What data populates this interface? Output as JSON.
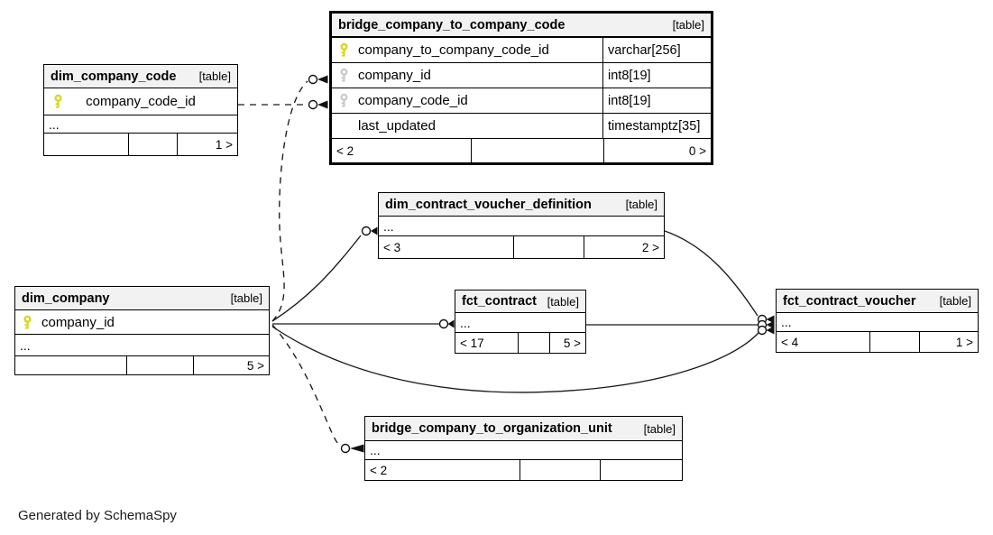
{
  "footer_note": "Generated by SchemaSpy",
  "tables": {
    "bridge_company_to_company_code": {
      "name": "bridge_company_to_company_code",
      "tag": "[table]",
      "columns": [
        {
          "name": "company_to_company_code_id",
          "type": "varchar[256]",
          "key": "primary"
        },
        {
          "name": "company_id",
          "type": "int8[19]",
          "key": "foreign"
        },
        {
          "name": "company_code_id",
          "type": "int8[19]",
          "key": "foreign"
        },
        {
          "name": "last_updated",
          "type": "timestamptz[35]",
          "key": "none"
        }
      ],
      "footer": {
        "left": "< 2",
        "middle": "",
        "right": "0 >"
      }
    },
    "dim_company_code": {
      "name": "dim_company_code",
      "tag": "[table]",
      "columns": [
        {
          "name": "company_code_id",
          "key": "primary"
        }
      ],
      "ellipsis": "...",
      "footer": {
        "left": "",
        "middle": "",
        "right": "1 >"
      }
    },
    "dim_company": {
      "name": "dim_company",
      "tag": "[table]",
      "columns": [
        {
          "name": "company_id",
          "key": "primary"
        }
      ],
      "ellipsis": "...",
      "footer": {
        "left": "",
        "middle": "",
        "right": "5 >"
      }
    },
    "dim_contract_voucher_definition": {
      "name": "dim_contract_voucher_definition",
      "tag": "[table]",
      "ellipsis": "...",
      "footer": {
        "left": "< 3",
        "middle": "",
        "right": "2 >"
      }
    },
    "fct_contract": {
      "name": "fct_contract",
      "tag": "[table]",
      "ellipsis": "...",
      "footer": {
        "left": "< 17",
        "middle": "",
        "right": "5 >"
      }
    },
    "fct_contract_voucher": {
      "name": "fct_contract_voucher",
      "tag": "[table]",
      "ellipsis": "...",
      "footer": {
        "left": "< 4",
        "middle": "",
        "right": "1 >"
      }
    },
    "bridge_company_to_organization_unit": {
      "name": "bridge_company_to_organization_unit",
      "tag": "[table]",
      "ellipsis": "...",
      "footer": {
        "left": "< 2",
        "middle": "",
        "right": ""
      }
    }
  },
  "colors": {
    "primary_key": "#d6d613",
    "foreign_key": "#c9c9c9",
    "header_bg": "#f2f2f2"
  }
}
